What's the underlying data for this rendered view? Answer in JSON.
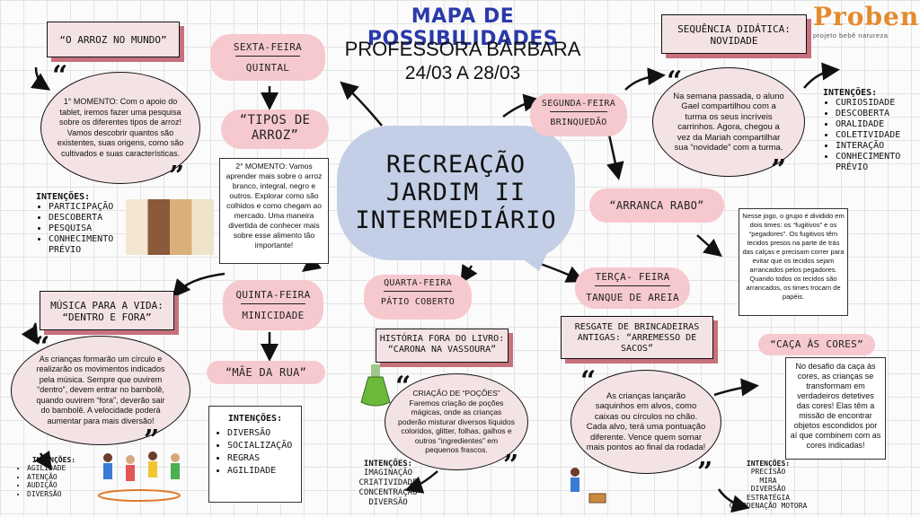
{
  "header": {
    "title": "MAPA DE POSSIBILIDADES",
    "subtitle": "PROFESSORA BÁRBARA",
    "dates": "24/03 A 28/03"
  },
  "logo": {
    "brand": "Proben",
    "tagline": "projeto bebê natureza"
  },
  "center": {
    "line1": "RECREAÇÃO",
    "line2": "JARDIM II",
    "line3": "INTERMEDIÁRIO"
  },
  "sexta": {
    "day": "SEXTA-FEIRA",
    "theme": "QUINTAL",
    "activity": "“TIPOS DE ARROZ”",
    "moment2": "2° MOMENTO: Vamos aprender mais sobre o arroz branco, integral, negro e outros.  Explorar como são colhidos e como chegam ao mercado. Uma maneira divertida de conhecer mais sobre esse alimento tão importante!"
  },
  "arroz": {
    "header": "“O ARROZ NO MUNDO”",
    "text": "1° MOMENTO: Com o apoio do tablet, iremos fazer uma pesquisa sobre os diferentes tipos de arroz! Vamos descobrir quantos são existentes, suas origens, como são cultivados e suas características.",
    "int_title": "INTENÇÕES:",
    "intentions": [
      "PARTICIPAÇÃO",
      "DESCOBERTA",
      "PESQUISA",
      "CONHECIMENTO PRÉVIO"
    ]
  },
  "segunda": {
    "day": "SEGUNDA-FEIRA",
    "theme": "BRINQUEDÃO",
    "activity": "“ARRANCA RABO”",
    "seq_header": "SEQUÊNCIA DIDÁTICA: NOVIDADE",
    "text": "Na semana passada, o aluno Gael compartilhou com a turma os seus incríveis carrinhos. Agora, chegou a vez da Mariah compartilhar sua “novidade” com a turma.",
    "int_title": "INTENÇÕES:",
    "intentions": [
      "CURIOSIDADE",
      "DESCOBERTA",
      "ORALIDADE",
      "COLETIVIDADE",
      "INTERAÇÃO",
      "CONHECIMENTO PRÉVIO"
    ],
    "game": "Nesse jogo, o grupo é dividido em dois times: os “fugitivos” e os “pegadores”. Os fugitivos têm tecidos presos na parte de trás das calças e precisam correr para evitar que os tecidos sejam arrancados pelos pegadores. Quando todos os tecidos são arrancados, os times trocam de papéis."
  },
  "quinta": {
    "day": "QUINTA-FEIRA",
    "theme": "MINICIDADE",
    "activity": "“MÃE DA RUA”",
    "music_header": "MÚSICA PARA A VIDA: “DENTRO E FORA”",
    "text": "As crianças formarão um círculo e realizarão os movimentos indicados pela música. Sempre que ouvirem “dentro”, devem entrar no bambolê, quando ouvirem “fora”, deverão sair do bambolê. A velocidade poderá aumentar para mais diversão!",
    "int_small_title": "INTENÇÕES:",
    "intentions_small": [
      "AGILIDADE",
      "ATENÇÃO",
      "AUDIÇÃO",
      "DIVERSÃO"
    ],
    "int_title": "INTENÇÕES:",
    "intentions": [
      "DIVERSÃO",
      "SOCIALIZAÇÃO",
      "REGRAS",
      "AGILIDADE"
    ]
  },
  "quarta": {
    "day": "QUARTA-FEIRA",
    "theme": "PÁTIO COBERTO",
    "story_header": "HISTÓRIA FORA DO LIVRO: “CARONA NA VASSOURA”",
    "text": "CRIAÇÃO DE “POÇÕES” Faremos criação de poções mágicas, onde as crianças poderão misturar diversos líquidos coloridos, glitter, folhas, galhos e outros “ingredientes” em pequenos frascos.",
    "int_title": "INTENÇÕES:",
    "intentions": [
      "IMAGINAÇÃO",
      "CRIATIVIDADE",
      "CONCENTRAÇÃO",
      "DIVERSÃO"
    ]
  },
  "terca": {
    "day": "TERÇA- FEIRA",
    "theme": "TANQUE DE AREIA",
    "rescue_header": "RESGATE DE BRINCADEIRAS ANTIGAS: “ARREMESSO DE SACOS”",
    "text": "As crianças lançarão saquinhos em alvos, como caixas ou círculos no chão. Cada alvo, terá uma pontuação diferente. Vence quem somar mais pontos ao final da rodada!",
    "int_title": "INTENÇÕES:",
    "intentions": [
      "PRECISÃO",
      "MIRA",
      "DIVERSÃO",
      "ESTRATÉGIA",
      "COORDENAÇÃO MOTORA"
    ],
    "activity": "“CAÇA ÀS CORES”",
    "hunt": "No desafio da caça às cores, as crianças se transformam em verdadeiros detetives das cores! Elas têm a missão de encontrar objetos escondidos por aí que combinem com as cores indicadas!"
  },
  "colors": {
    "pill": "#f6c9cf",
    "header_bg": "#f4e3e5",
    "shadow": "#c7717d",
    "title": "#2b3aa8",
    "center": "#c3cfe6"
  }
}
